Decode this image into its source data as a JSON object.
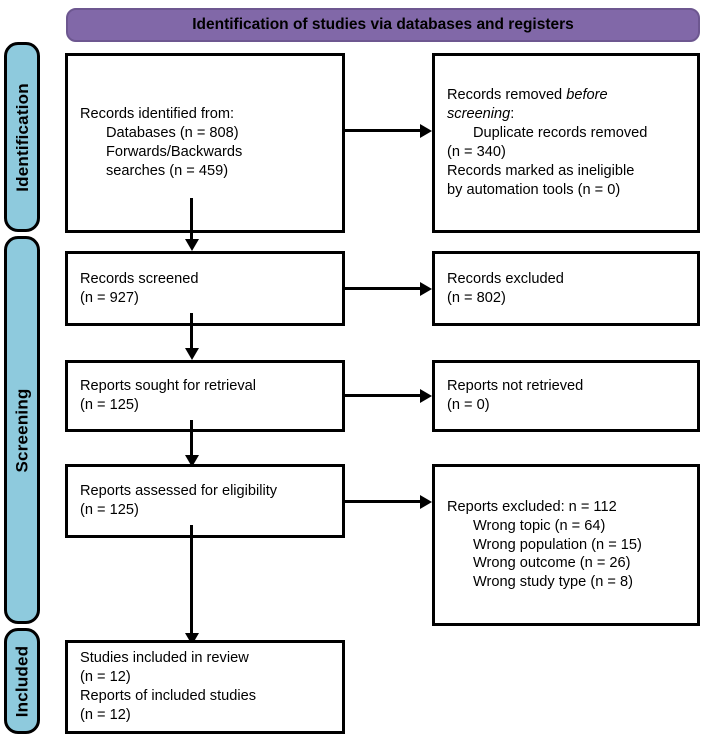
{
  "banner": {
    "title": "Identification of studies via databases and registers"
  },
  "phases": [
    {
      "id": "identification",
      "label": "Identification"
    },
    {
      "id": "screening",
      "label": "Screening"
    },
    {
      "id": "included",
      "label": "Included"
    }
  ],
  "boxes": {
    "records_identified": {
      "lines": [
        {
          "text": "Records identified from:",
          "indent": false
        },
        {
          "text": "Databases (n = 808)",
          "indent": true
        },
        {
          "text": "Forwards/Backwards",
          "indent": true
        },
        {
          "text": "searches (n = 459)",
          "indent": true
        }
      ]
    },
    "records_removed": {
      "lines": [
        {
          "text": "Records removed ",
          "indent": false,
          "italic_tail": "before"
        },
        {
          "text": "",
          "indent": false,
          "italic_lead": "screening",
          "tail": ":"
        },
        {
          "text": "Duplicate records removed",
          "indent": true
        },
        {
          "text": "(n = 340)",
          "indent": false
        },
        {
          "text": "Records marked as ineligible",
          "indent": false
        },
        {
          "text": "by automation tools (n = 0)",
          "indent": false
        }
      ]
    },
    "records_screened": {
      "lines": [
        {
          "text": "Records screened",
          "indent": false
        },
        {
          "text": "(n = 927)",
          "indent": false
        }
      ]
    },
    "records_excluded": {
      "lines": [
        {
          "text": "Records excluded",
          "indent": false
        },
        {
          "text": "(n = 802)",
          "indent": false
        }
      ]
    },
    "reports_sought": {
      "lines": [
        {
          "text": "Reports sought for retrieval",
          "indent": false
        },
        {
          "text": "(n = 125)",
          "indent": false
        }
      ]
    },
    "reports_not_retrieved": {
      "lines": [
        {
          "text": "Reports not retrieved",
          "indent": false
        },
        {
          "text": "(n = 0)",
          "indent": false
        }
      ]
    },
    "reports_assessed": {
      "lines": [
        {
          "text": "Reports assessed for eligibility",
          "indent": false
        },
        {
          "text": "(n = 125)",
          "indent": false
        }
      ]
    },
    "reports_excluded": {
      "lines": [
        {
          "text": "Reports excluded: n = 112",
          "indent": false
        },
        {
          "text": "Wrong topic (n = 64)",
          "indent": true
        },
        {
          "text": "Wrong population (n = 15)",
          "indent": true
        },
        {
          "text": "Wrong outcome (n = 26)",
          "indent": true
        },
        {
          "text": "Wrong study type (n = 8)",
          "indent": true
        }
      ]
    },
    "studies_included": {
      "lines": [
        {
          "text": "Studies included in review",
          "indent": false
        },
        {
          "text": "(n = 12)",
          "indent": false
        },
        {
          "text": "Reports of included studies",
          "indent": false
        },
        {
          "text": "(n = 12)",
          "indent": false
        }
      ]
    }
  },
  "colors": {
    "banner_fill": "#8168a8",
    "phase_fill": "#8ecadd",
    "box_border": "#000000",
    "box_fill": "#ffffff",
    "text": "#000000"
  }
}
